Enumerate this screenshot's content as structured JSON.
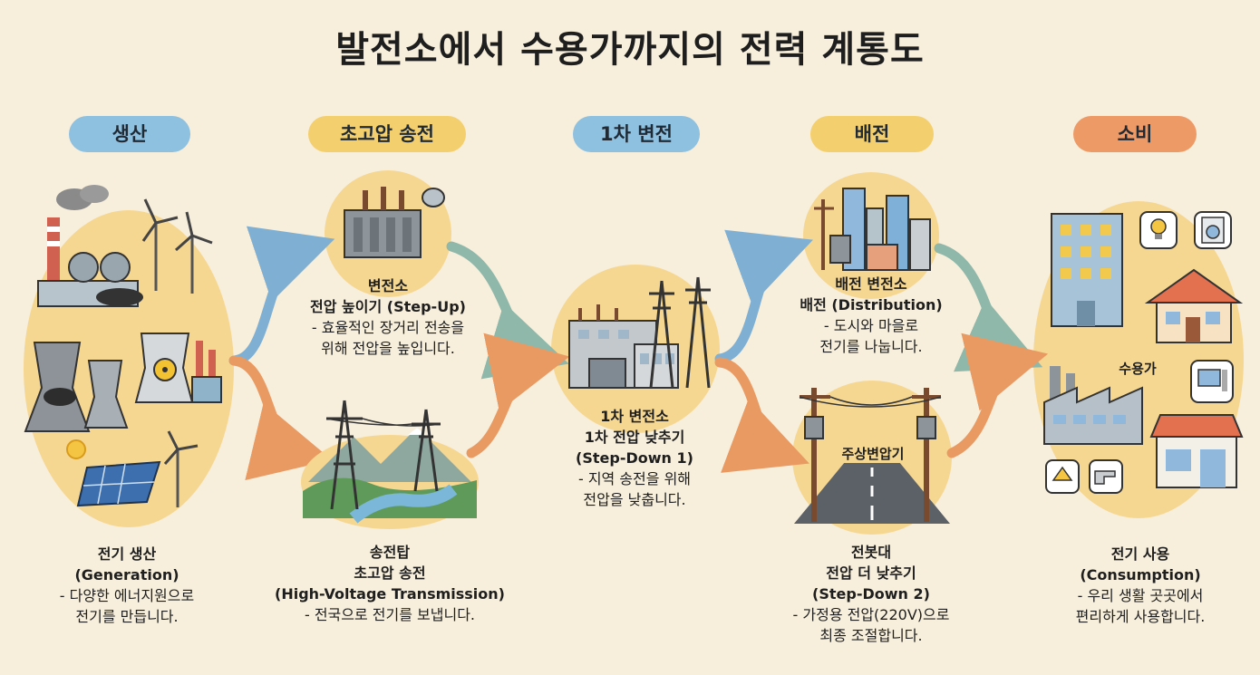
{
  "title": "발전소에서 수용가까지의 전력 계통도",
  "stages": [
    {
      "label": "생산",
      "color": "#8ec0e0"
    },
    {
      "label": "초고압 송전",
      "color": "#f4cf6d"
    },
    {
      "label": "1차 변전",
      "color": "#8ec0e0"
    },
    {
      "label": "배전",
      "color": "#f4cf6d"
    },
    {
      "label": "소비",
      "color": "#ee9a66"
    }
  ],
  "generation": {
    "l1": "전기 생산",
    "l2": "(Generation)",
    "d1": "- 다양한 에너지원으로",
    "d2": "전기를 만듭니다."
  },
  "substation_up": {
    "l1": "변전소",
    "l2": "전압 높이기 (Step-Up)",
    "d1": "- 효율적인 장거리 전송을",
    "d2": "위해 전압을 높입니다."
  },
  "tower": {
    "l1": "송전탑",
    "l2": "초고압 송전",
    "l3": "(High-Voltage Transmission)",
    "d1": "- 전국으로 전기를 보냅니다."
  },
  "primary": {
    "l1": "1차 변전소",
    "l2": "1차 전압 낮추기",
    "l3": "(Step-Down 1)",
    "d1": "- 지역 송전을 위해",
    "d2": "전압을 낮춥니다."
  },
  "distribution": {
    "l1": "배전 변전소",
    "l2": "배전 (Distribution)",
    "d1": "- 도시와 마을로",
    "d2": "전기를 나눕니다."
  },
  "pole": {
    "tag": "주상변압기",
    "l1": "전봇대",
    "l2": "전압 더 낮추기",
    "l3": "(Step-Down 2)",
    "d1": "- 가정용 전압(220V)으로",
    "d2": "최종 조절합니다."
  },
  "consumer": {
    "tag": "수용가",
    "l1": "전기 사용",
    "l2": "(Consumption)",
    "d1": "- 우리 생활 곳곳에서",
    "d2": "편리하게 사용합니다."
  },
  "colors": {
    "blue_arrow": "#7fb0d4",
    "orange_arrow": "#e99a62",
    "teal_arrow": "#8fb8aa",
    "blob": "#f6d792",
    "background": "#f7efdc"
  }
}
